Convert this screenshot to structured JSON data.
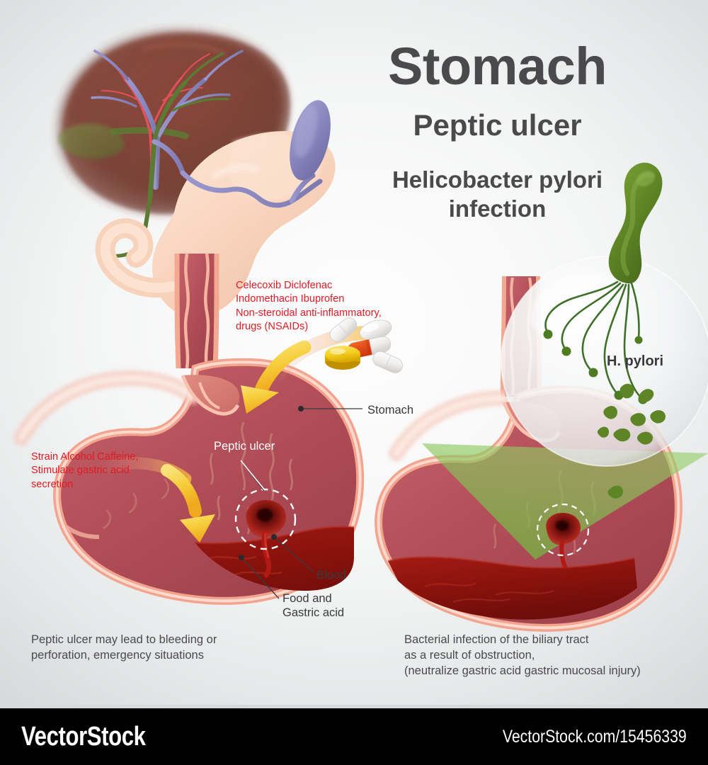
{
  "title": {
    "main": "Stomach",
    "sub1": "Peptic ulcer",
    "sub2": "Helicobacter pylori\ninfection"
  },
  "annotations": {
    "nsaid": "Celecoxib Diclofenac\nIndomethacin Ibuprofen\nNon-steroidal anti-inflammatory,\ndrugs (NSAIDs)",
    "stimulant": "Strain Alcohol Caffeine,\nStimulate gastric acid\nsecretion"
  },
  "labels": {
    "stomach": "Stomach",
    "peptic_ulcer": "Peptic ulcer",
    "blood": "Blood",
    "food_and_acid": "Food and\nGastric acid",
    "h_pylori": "H. pylori"
  },
  "captions": {
    "left": "Peptic ulcer may lead to bleeding or\nperforation, emergency situations",
    "right": "Bacterial infection of the biliary tract\nas a result of obstruction,\n(neutralize gastric acid gastric mucosal injury)"
  },
  "watermark": {
    "brand": "VectorStock",
    "url": "VectorStock.com/15456339"
  },
  "colors": {
    "background_edge": "#d7d9da",
    "background_center": "#fafafa",
    "title_text": "#4a4a4c",
    "warning_text": "#e01b24",
    "stomach_wall": "#f2a48f",
    "stomach_mucosa": "#b8505a",
    "gastric_acid": "#8e1410",
    "bacteria_green": "#4f7c22",
    "magnify_cone": "#7dbf4a",
    "arrow_yellow": "#f5c518",
    "liver_brown": "#7a3b2e",
    "spleen_purple": "#8e8bc4",
    "gallbladder_green": "#5d7a35",
    "organ_pale": "#f7d8c4",
    "watermark_bar": "#000000"
  },
  "figures": {
    "top_anatomy": "liver-stomach-spleen-gallbladder-vasculature",
    "left_diagram": "stomach-cross-section-with-peptic-ulcer",
    "right_diagram": "stomach-cross-section-with-h-pylori-magnification"
  },
  "icons": {
    "pills": "nsaid-pills-icon",
    "arrow_nsaid": "curved-arrow-down-icon",
    "arrow_stimulant": "curved-arrow-down-icon",
    "bacterium": "h-pylori-bacterium-icon"
  }
}
